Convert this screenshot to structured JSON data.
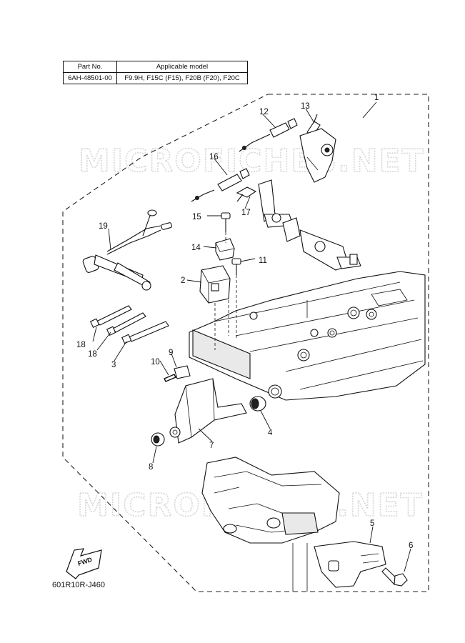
{
  "table": {
    "header_part_no": "Part No.",
    "header_model": "Applicable model",
    "part_no": "6AH-48501-00",
    "models": "F9.9H, F15C (F15), F20B (F20), F20C"
  },
  "watermark": "MICROFICHES.NET",
  "diagram_code": "601R10R-J460",
  "fwd_label": "FWD",
  "callouts": [
    "1",
    "2",
    "3",
    "4",
    "5",
    "6",
    "7",
    "8",
    "9",
    "10",
    "11",
    "12",
    "13",
    "14",
    "15",
    "16",
    "17",
    "18",
    "18",
    "19"
  ]
}
